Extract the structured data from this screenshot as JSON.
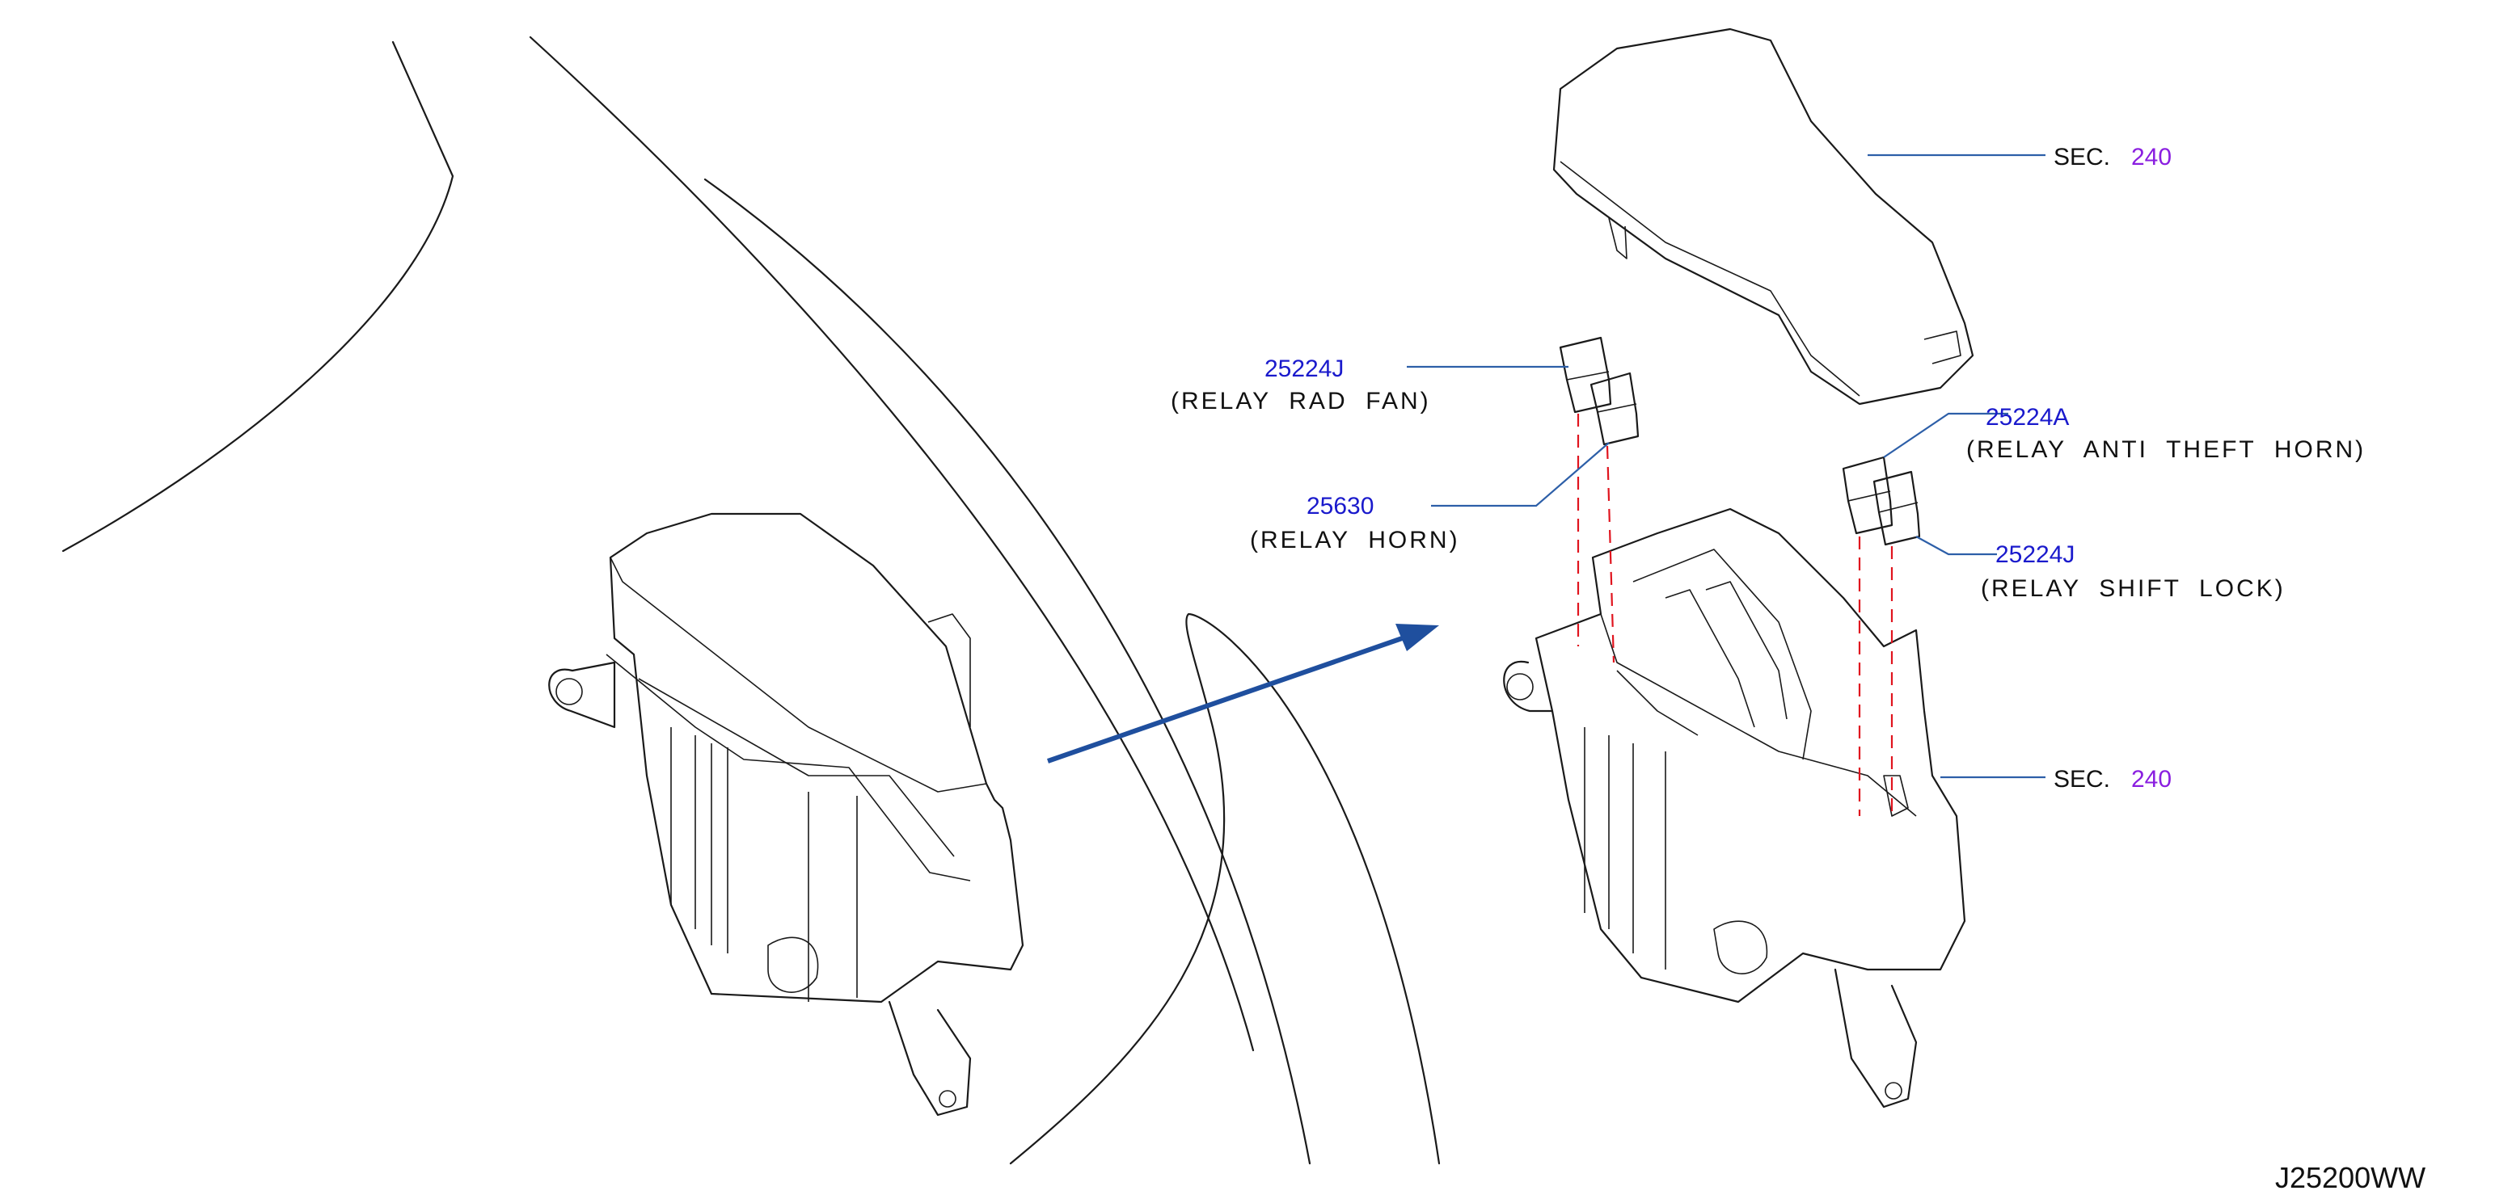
{
  "callouts": {
    "rad_fan": {
      "part_number": "25224J",
      "description": "(RELAY  RAD  FAN)"
    },
    "horn": {
      "part_number": "25630",
      "description": "(RELAY  HORN)"
    },
    "anti_theft_horn": {
      "part_number": "25224A",
      "description": "(RELAY  ANTI  THEFT  HORN)"
    },
    "shift_lock": {
      "part_number": "25224J",
      "description": "(RELAY  SHIFT  LOCK)"
    },
    "cover_ref": {
      "prefix": "SEC.",
      "number": "240"
    },
    "box_ref": {
      "prefix": "SEC.",
      "number": "240"
    }
  },
  "diagram_code": "J25200WW",
  "colors": {
    "part_number": "#1a1acc",
    "reference_number": "#8a1ee0",
    "leader_line": "#2d5fa8",
    "explode_arrow": "#1f4f9e",
    "dashed_guides": "#e0141e"
  }
}
